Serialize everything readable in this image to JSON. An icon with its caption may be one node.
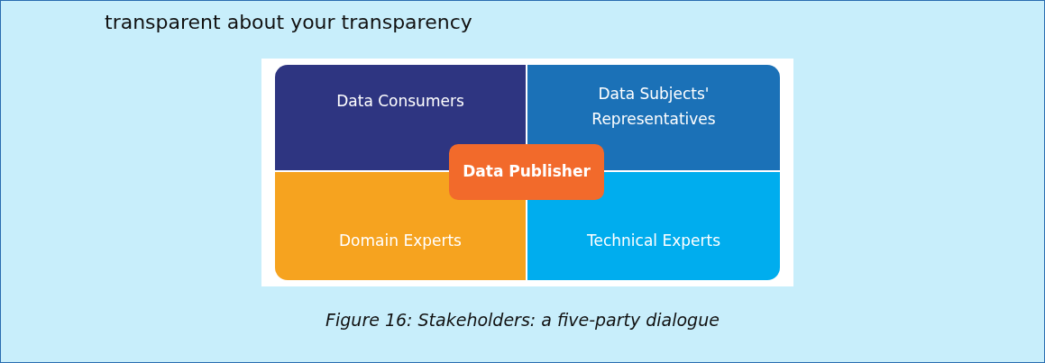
{
  "diagram": {
    "caption": "Figure 16: Stakeholders: a five-party dialogue",
    "nodes": [
      {
        "text": [
          "Data Consumers"
        ]
      },
      {
        "text": [
          "Data Subjects' Representatives"
        ]
      },
      {
        "text": [
          "Domain Experts"
        ]
      },
      {
        "text": [
          "Technical Experts"
        ]
      },
      {
        "text": [
          "Data Publisher"
        ]
      }
    ],
    "labels": [
      "transparent about your transparency"
    ]
  }
}
